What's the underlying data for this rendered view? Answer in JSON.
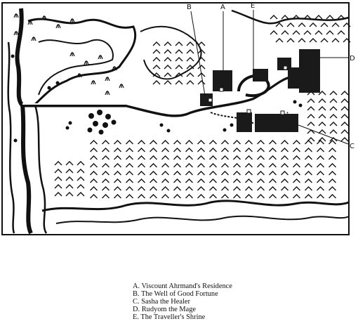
{
  "map": {
    "markers": [
      {
        "letter": "A",
        "name": "Viscount Ahrmand's Residence"
      },
      {
        "letter": "B",
        "name": "The Well of Good Fortune"
      },
      {
        "letter": "C",
        "name": "Sasha the Healer"
      },
      {
        "letter": "D",
        "name": "Rudyom the Mage"
      },
      {
        "letter": "E",
        "name": "The Traveller's Shrine"
      }
    ],
    "colors": {
      "ink": "#111111",
      "paper": "#ffffff",
      "building": "#1a1a1a"
    }
  },
  "legend": {
    "items": [
      "A. Viscount Ahrmand's Residence",
      "B. The Well of Good Fortune",
      "C. Sasha the Healer",
      "D. Rudyom the Mage",
      "E. The Traveller's Shrine"
    ]
  }
}
